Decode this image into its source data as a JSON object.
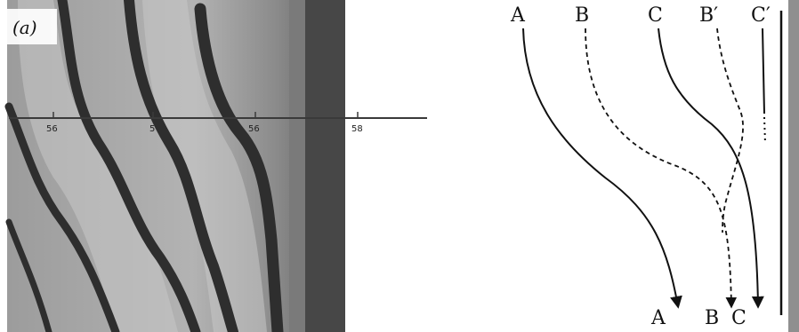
{
  "photo": {
    "panel_label": "(a)",
    "scale_ticks": [
      "56",
      "5",
      "56",
      "58"
    ]
  },
  "schematic": {
    "top_labels": [
      "A",
      "B",
      "C",
      "B′",
      "C′"
    ],
    "bottom_labels": [
      "A",
      "B",
      "C"
    ]
  }
}
